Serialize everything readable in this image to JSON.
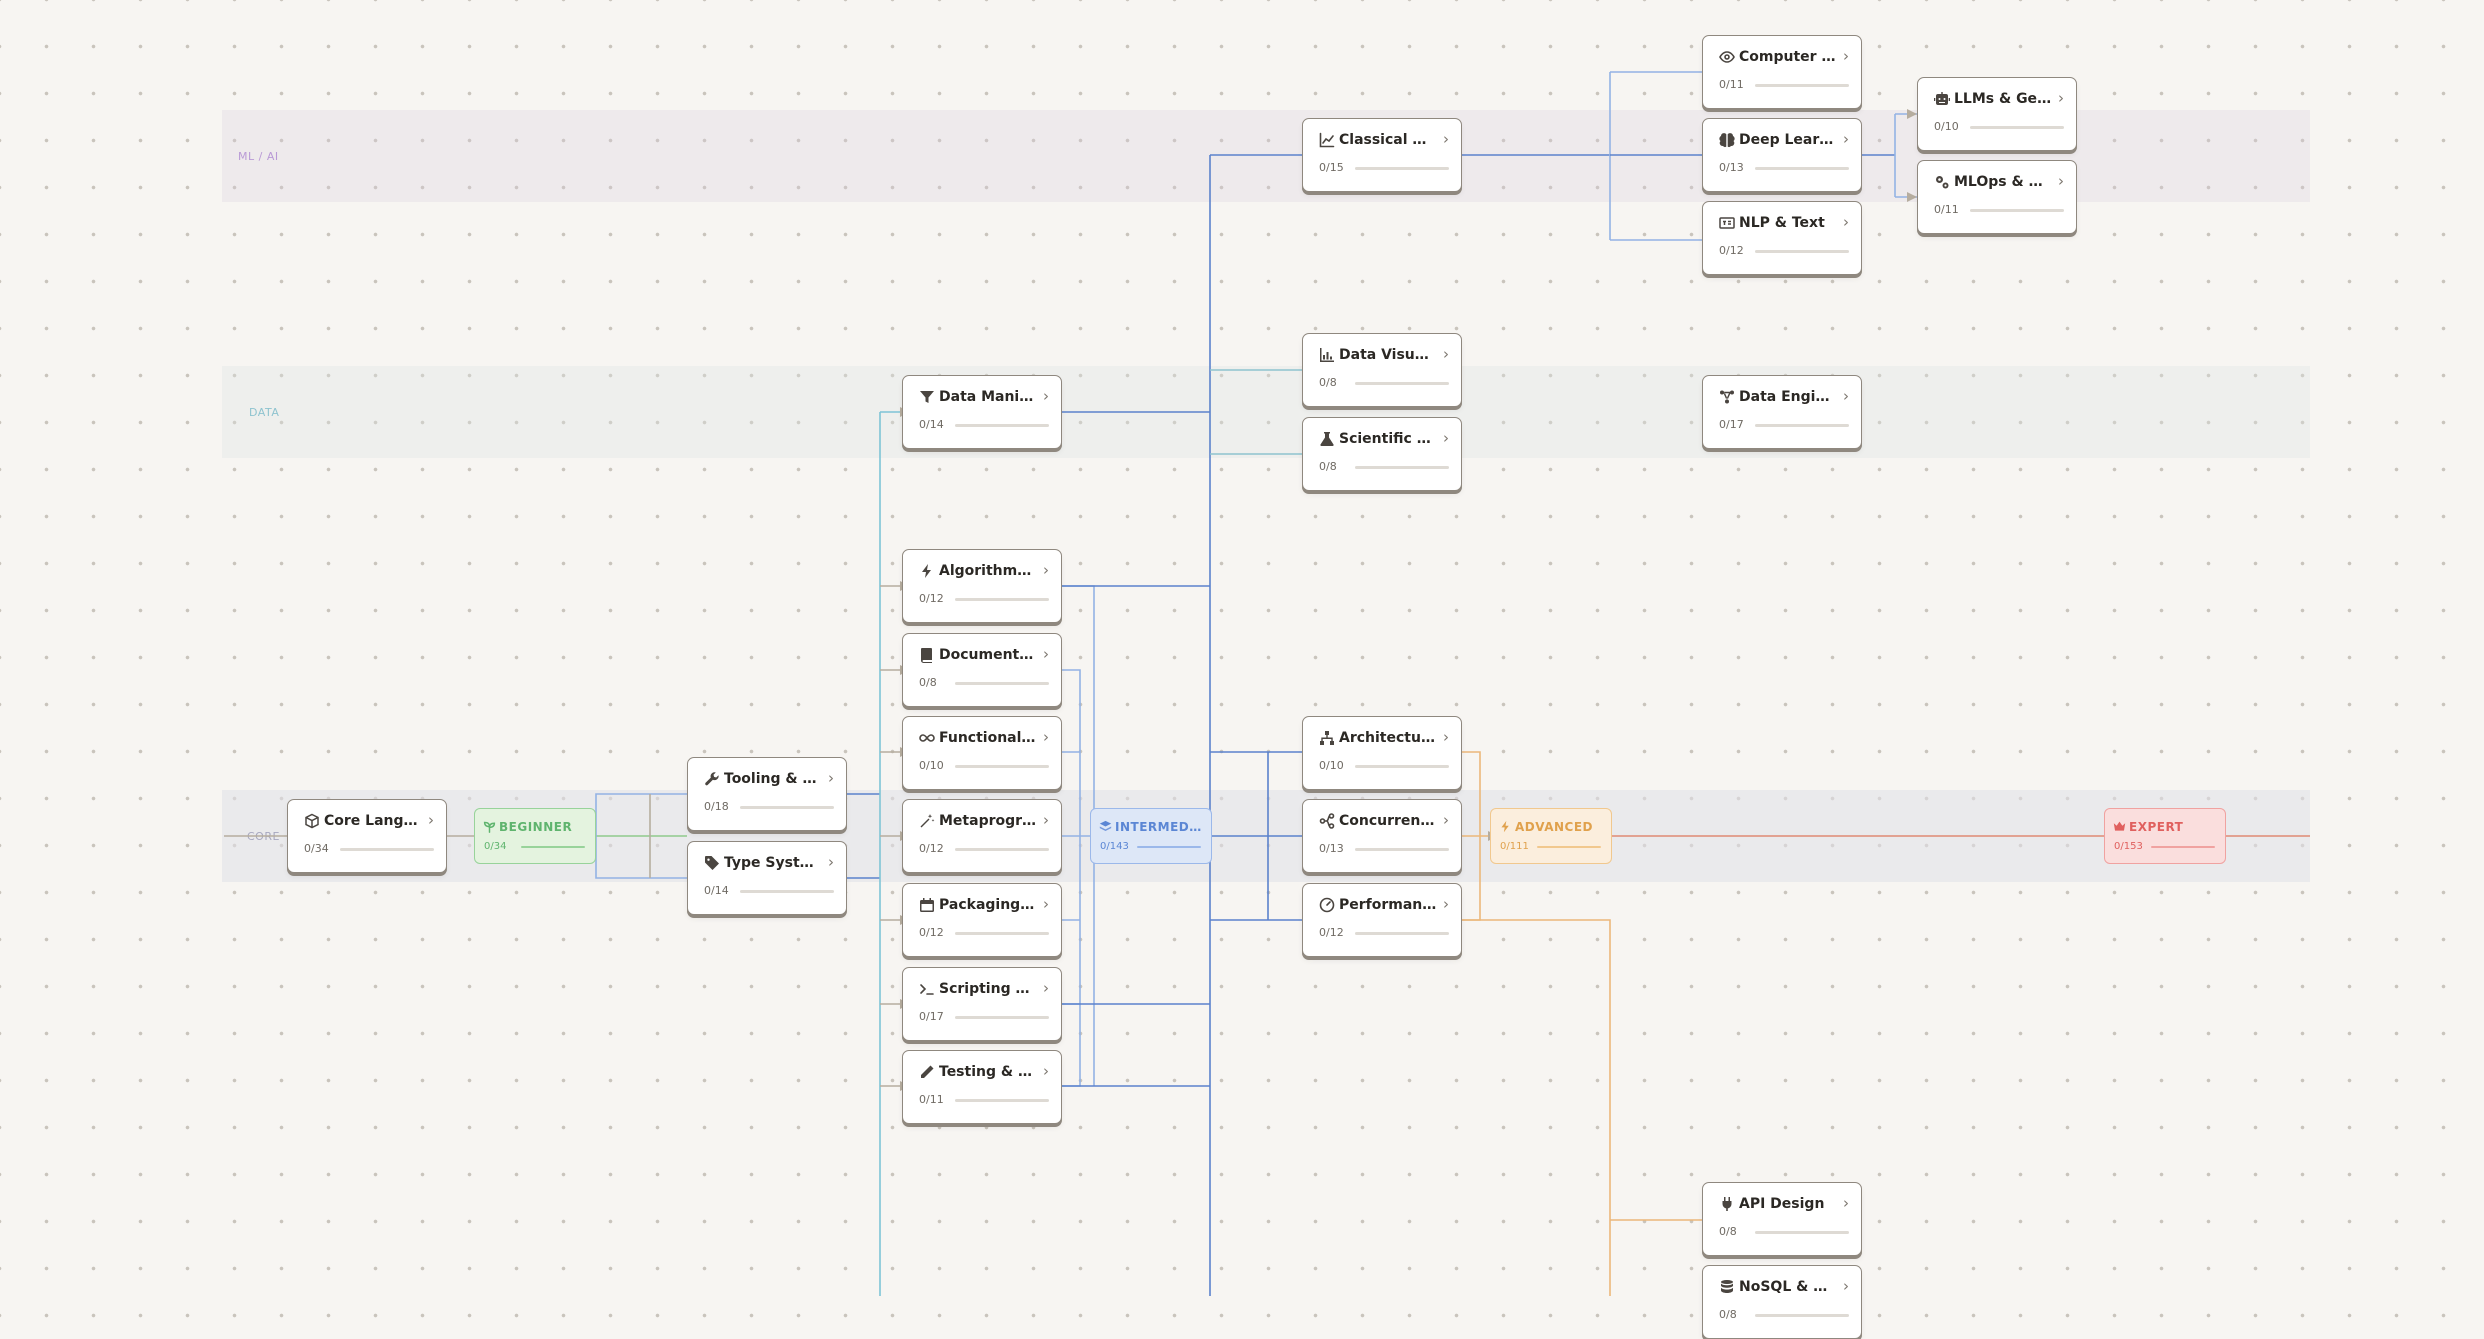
{
  "bands": [
    {
      "label": "ML / AI",
      "color": "#b99ad6"
    },
    {
      "label": "DATA",
      "color": "#8ec3cf"
    },
    {
      "label": "CORE",
      "color": "#a7a7bf"
    }
  ],
  "stages": {
    "beginner": {
      "label": "BEGINNER",
      "count": "0/34",
      "icon": "sprout-icon",
      "color": "#5fb46e",
      "bg": "#e4f3df",
      "border": "#98d39a"
    },
    "intermediate": {
      "label": "INTERMEDIA...",
      "count": "0/143",
      "icon": "layers-icon",
      "color": "#5b86d4",
      "bg": "#dde7f7",
      "border": "#9bb8ea"
    },
    "advanced": {
      "label": "ADVANCED",
      "count": "0/111",
      "icon": "lightning-icon",
      "color": "#e0a14c",
      "bg": "#fbeedd",
      "border": "#f1c88e"
    },
    "expert": {
      "label": "EXPERT",
      "count": "0/153",
      "icon": "crown-icon",
      "color": "#e0605e",
      "bg": "#fadedd",
      "border": "#f0a2a0"
    }
  },
  "nodes": {
    "core_language": {
      "title": "Core Langua...",
      "count": "0/34",
      "icon": "cube-icon"
    },
    "tooling": {
      "title": "Tooling & En...",
      "count": "0/18",
      "icon": "wrench-icon"
    },
    "type_system": {
      "title": "Type System",
      "count": "0/14",
      "icon": "tag-icon"
    },
    "data_manipulation": {
      "title": "Data Manipu...",
      "count": "0/14",
      "icon": "filter-icon"
    },
    "algorithms": {
      "title": "Algorithms ...",
      "count": "0/12",
      "icon": "lightning-icon"
    },
    "documentation": {
      "title": "Documentat...",
      "count": "0/8",
      "icon": "book-icon"
    },
    "functional": {
      "title": "Functional ...",
      "count": "0/10",
      "icon": "infinity-icon"
    },
    "metaprogramming": {
      "title": "Metaprogra...",
      "count": "0/12",
      "icon": "magic-wand-icon"
    },
    "packaging": {
      "title": "Packaging & ...",
      "count": "0/12",
      "icon": "calendar-icon"
    },
    "scripting": {
      "title": "Scripting & ...",
      "count": "0/17",
      "icon": "terminal-icon"
    },
    "testing": {
      "title": "Testing & Qu...",
      "count": "0/11",
      "icon": "pencil-icon"
    },
    "classical_ml": {
      "title": "Classical Ma...",
      "count": "0/15",
      "icon": "line-chart-icon"
    },
    "data_visualization": {
      "title": "Data Visuali...",
      "count": "0/8",
      "icon": "bar-chart-icon"
    },
    "scientific_computing": {
      "title": "Scientific Co...",
      "count": "0/8",
      "icon": "flask-icon"
    },
    "architecture": {
      "title": "Architectur...",
      "count": "0/10",
      "icon": "hierarchy-icon"
    },
    "concurrency": {
      "title": "Concurrency",
      "count": "0/13",
      "icon": "git-fork-icon"
    },
    "performance": {
      "title": "Performanc...",
      "count": "0/12",
      "icon": "gauge-icon"
    },
    "computer_vision": {
      "title": "Computer V...",
      "count": "0/11",
      "icon": "eye-icon"
    },
    "deep_learning": {
      "title": "Deep Learni...",
      "count": "0/13",
      "icon": "brain-icon"
    },
    "nlp_text": {
      "title": "NLP & Text",
      "count": "0/12",
      "icon": "text-box-icon"
    },
    "data_engineering": {
      "title": "Data Engine...",
      "count": "0/17",
      "icon": "pipeline-icon"
    },
    "api_design": {
      "title": "API Design",
      "count": "0/8",
      "icon": "plug-icon"
    },
    "nosql": {
      "title": "NoSQL & Ca...",
      "count": "0/8",
      "icon": "database-icon"
    },
    "llms": {
      "title": "LLMs & Gen...",
      "count": "0/10",
      "icon": "robot-icon"
    },
    "mlops": {
      "title": "MLOps & M...",
      "count": "0/11",
      "icon": "gears-icon"
    }
  },
  "chevron": "›"
}
